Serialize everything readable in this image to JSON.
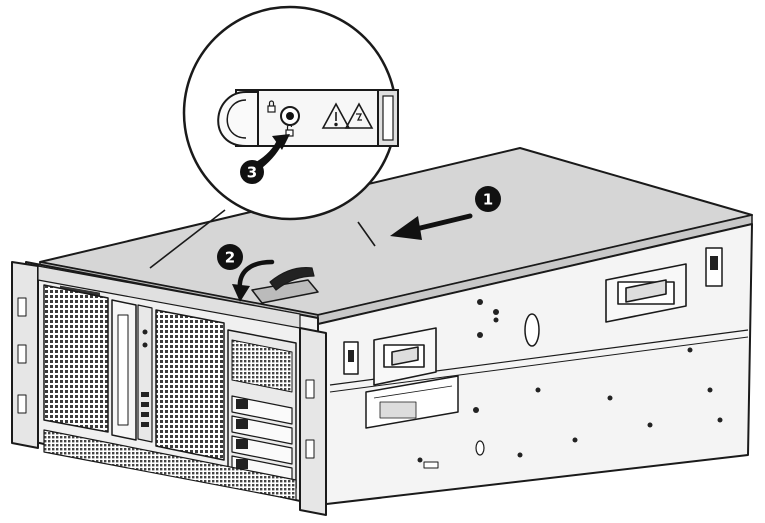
{
  "steps": [
    {
      "number": "1",
      "icon": "step-1-badge-icon"
    },
    {
      "number": "2",
      "icon": "step-2-badge-icon"
    },
    {
      "number": "3",
      "icon": "step-3-badge-icon"
    }
  ],
  "colors": {
    "line": "#1a1a1a",
    "badge": "#111111",
    "cover": "#d4d4d4",
    "face": "#f2f2f2",
    "mesh": "#3a3a3a",
    "white": "#ffffff"
  },
  "icons": {
    "arrow_slide": "slide-arrow-icon",
    "arrow_rotate": "rotate-arrow-icon",
    "arrow_latch": "latch-turn-arrow-icon",
    "lock": "lock-icon",
    "unlock": "unlock-icon",
    "warning": "warning-triangle-icon",
    "caution": "caution-triangle-icon"
  }
}
